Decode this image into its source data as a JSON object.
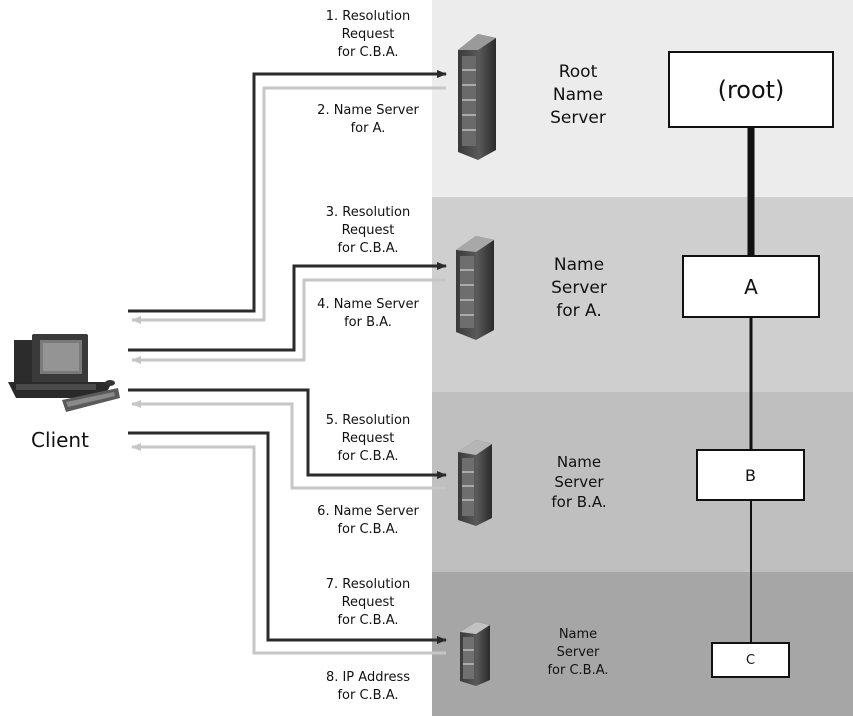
{
  "client": {
    "label": "Client"
  },
  "messages": {
    "m1": "1. Resolution\nRequest\nfor C.B.A.",
    "m2": "2. Name Server\nfor A.",
    "m3": "3. Resolution\nRequest\nfor C.B.A.",
    "m4": "4. Name Server\nfor B.A.",
    "m5": "5. Resolution\nRequest\nfor C.B.A.",
    "m6": "6. Name Server\nfor C.B.A.",
    "m7": "7. Resolution\nRequest\nfor C.B.A.",
    "m8": "8. IP Address\nfor C.B.A."
  },
  "servers": {
    "root": "Root\nName\nServer",
    "a": "Name\nServer\nfor A.",
    "ba": "Name\nServer\nfor B.A.",
    "cba": "Name\nServer\nfor C.B.A."
  },
  "tree": {
    "root": "(root)",
    "a": "A",
    "b": "B",
    "c": "C"
  },
  "colors": {
    "band1": "#ececec",
    "band2": "#cfcfcf",
    "band3": "#bfbfbf",
    "band4": "#a6a6a6",
    "request": "#2b2b2b",
    "response": "#c6c6c6"
  }
}
